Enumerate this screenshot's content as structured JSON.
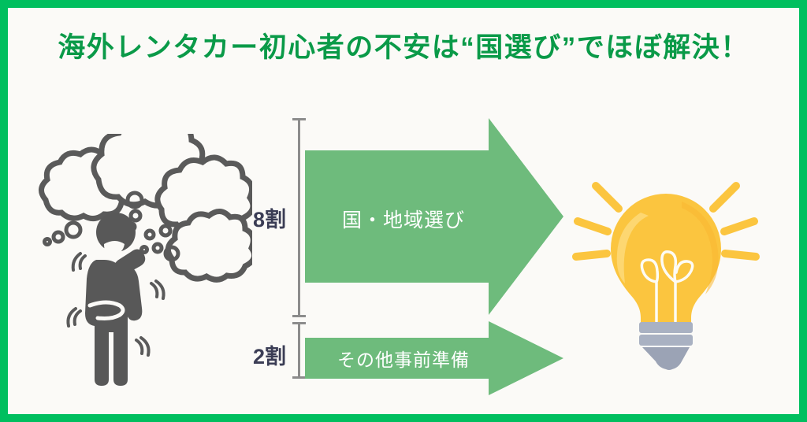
{
  "page": {
    "title": "海外レンタカー初心者の不安は“国選び”でほぼ解決！"
  },
  "colors": {
    "border_green": "#00bf5f",
    "title_green": "#0a9a48",
    "arrow_green": "#6ebb7c",
    "background": "#fbfaf7",
    "label_navy": "#3b3d55",
    "person_gray": "#585858",
    "bubble_outline_gray": "#5a5a5a",
    "bulb_yellow": "#fbc53f",
    "bulb_yellow_light": "#fdd262",
    "bulb_base_gray": "#a9b1c2",
    "ray_yellow": "#fbc53f"
  },
  "icons": {
    "person": "thinking-person-icon",
    "bubbles": "thought-bubble-icon",
    "bulb": "lightbulb-idea-icon"
  },
  "chart_data": {
    "type": "bar",
    "title": "海外レンタカー初心者の不安は“国選び”でほぼ解決！",
    "categories": [
      "国・地域選び",
      "その他事前準備"
    ],
    "value_labels": [
      "8割",
      "2割"
    ],
    "values": [
      80,
      20
    ],
    "unit": "割",
    "ylabel": "",
    "xlabel": "",
    "legend": "none",
    "grid": false,
    "orientation": "horizontal",
    "note": "Proportional arrow widths/heights: 8割 (80%) for 国・地域選び, 2割 (20%) for その他事前準備"
  },
  "chart": {
    "rows": [
      {
        "ratio": "8割",
        "label": "国・地域選び"
      },
      {
        "ratio": "2割",
        "label": "その他事前準備"
      }
    ]
  }
}
